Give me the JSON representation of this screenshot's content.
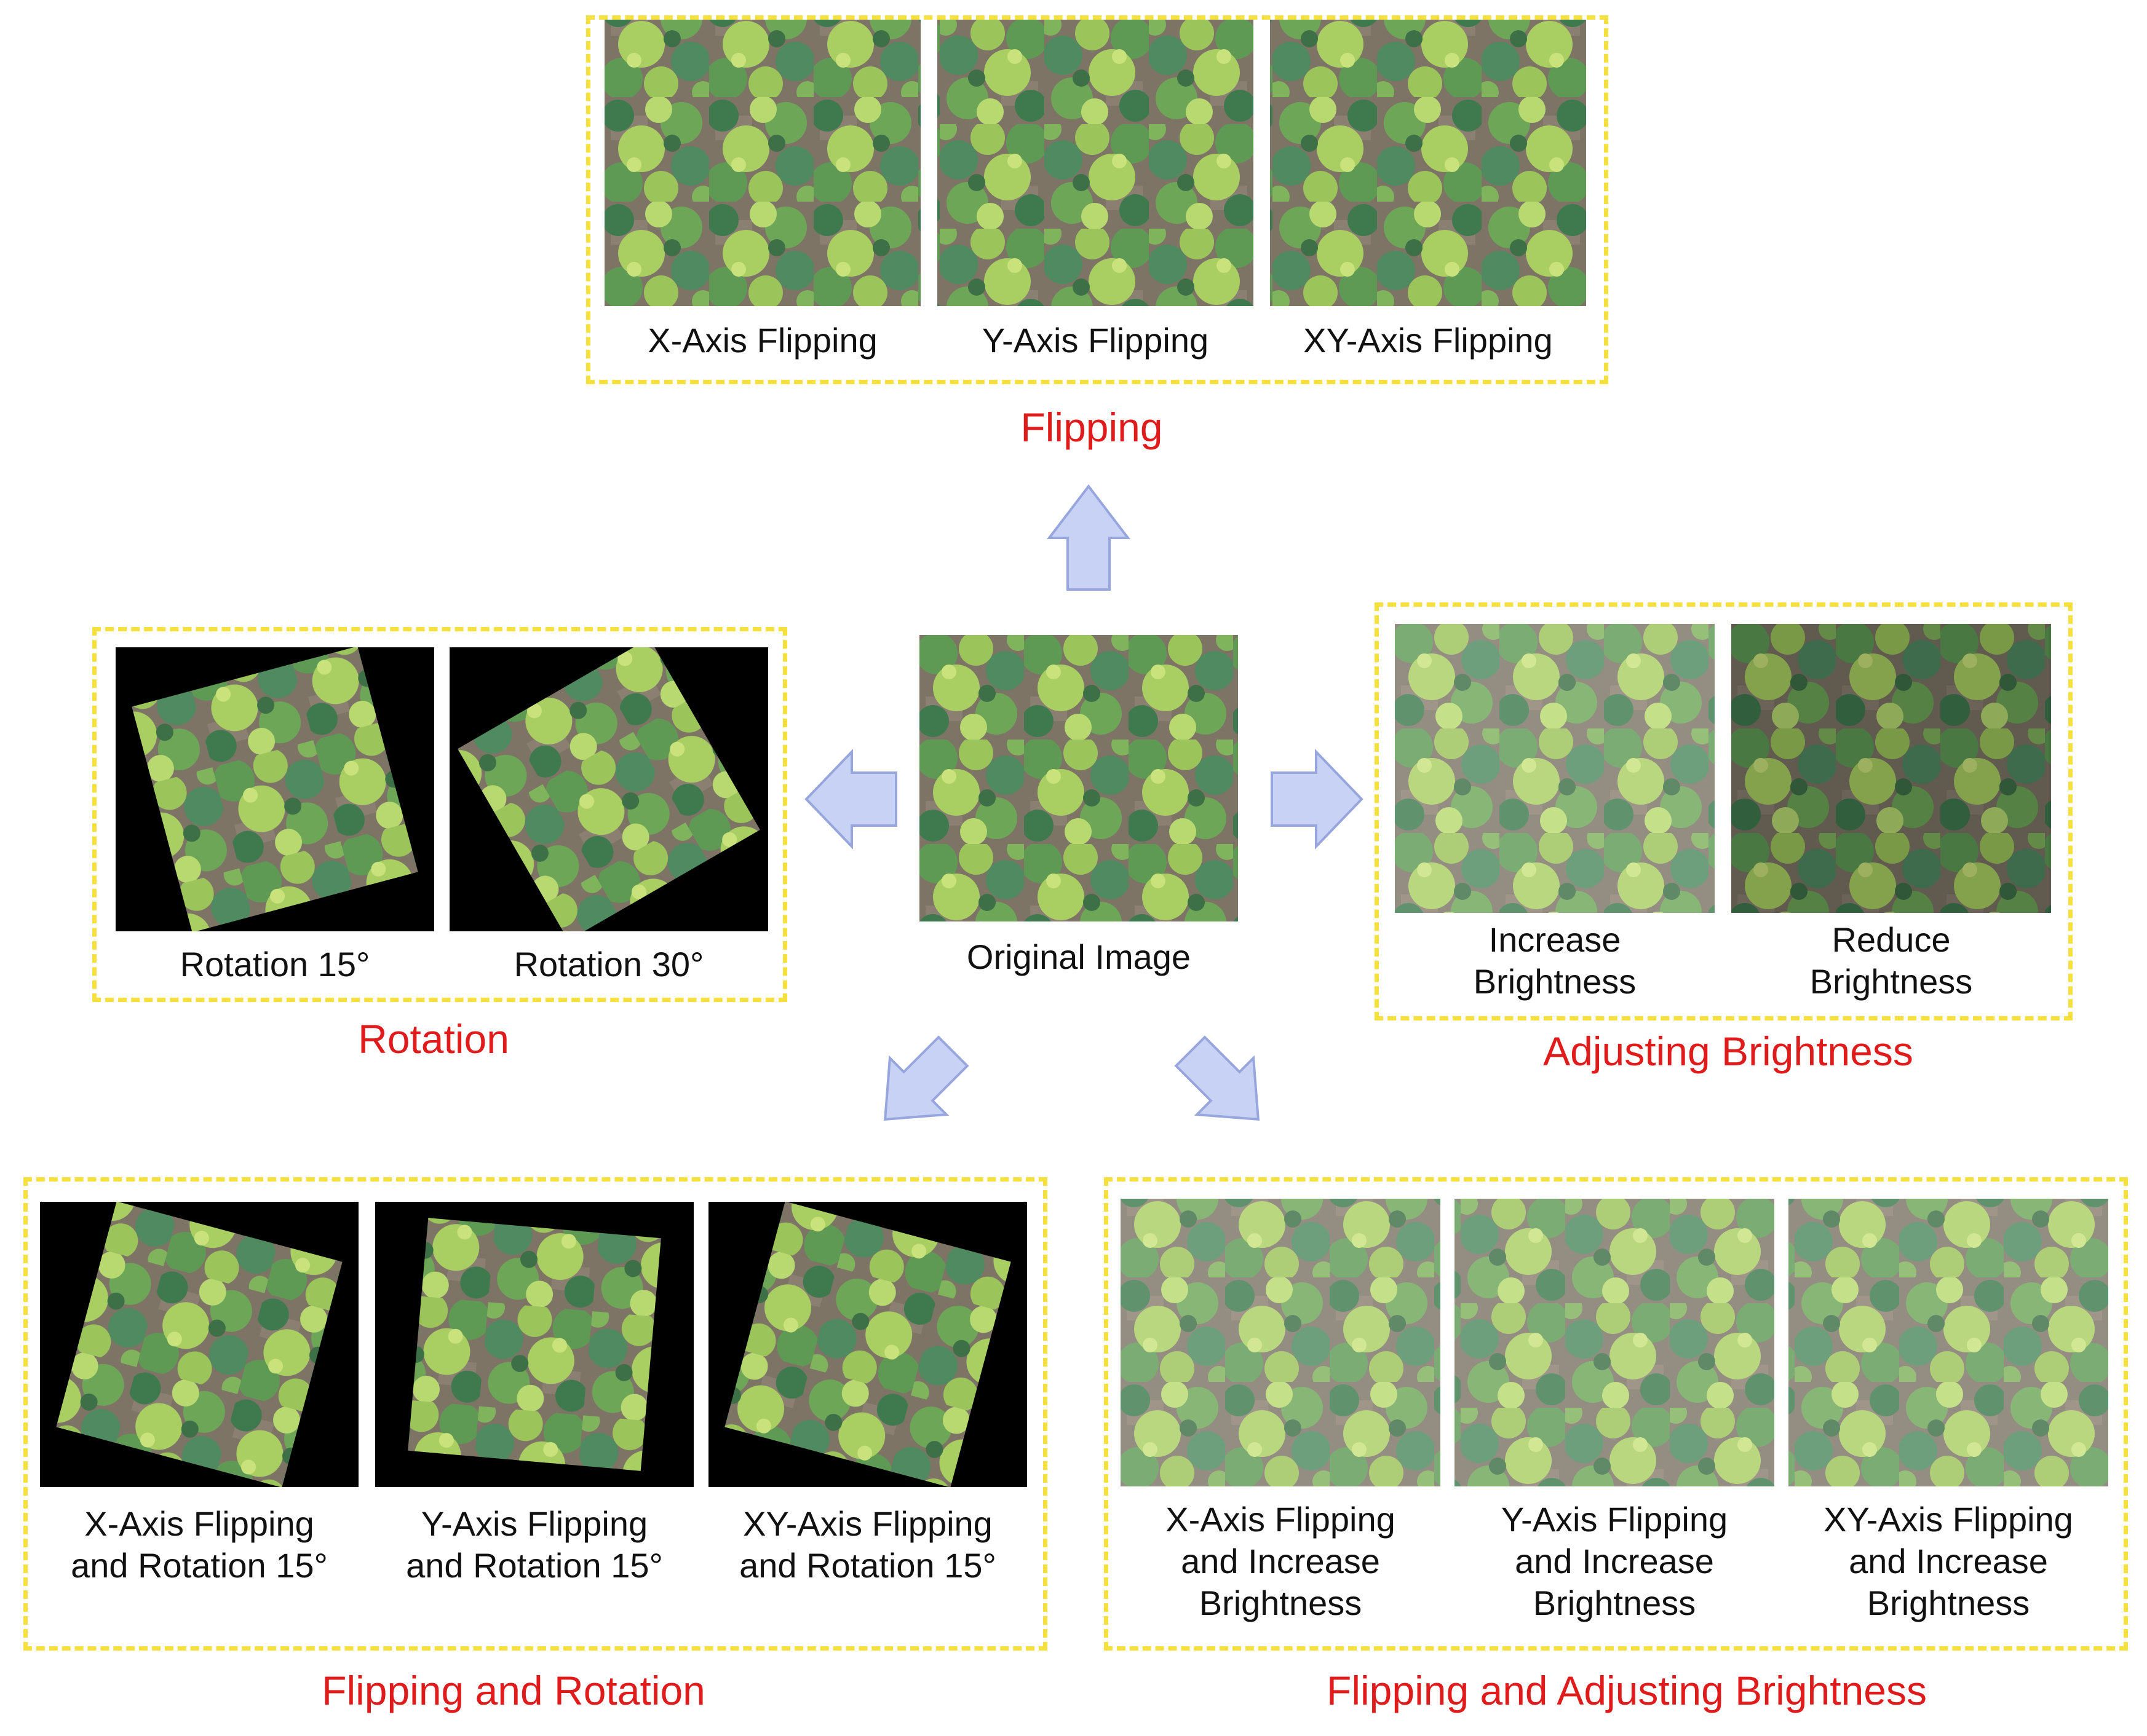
{
  "colors": {
    "group_border": "#f6e03c",
    "group_label": "#e01b1b",
    "arrow_fill": "#c8d2f4",
    "arrow_stroke": "#98a6de",
    "rotation_background": "#000000"
  },
  "original": {
    "label": "Original Image"
  },
  "groups": {
    "flipping": {
      "title": "Flipping",
      "items": [
        "X-Axis Flipping",
        "Y-Axis Flipping",
        "XY-Axis Flipping"
      ]
    },
    "rotation": {
      "title": "Rotation",
      "items": [
        "Rotation 15°",
        "Rotation 30°"
      ]
    },
    "brightness": {
      "title": "Adjusting Brightness",
      "items": [
        {
          "line1": "Increase",
          "line2": "Brightness"
        },
        {
          "line1": "Reduce",
          "line2": "Brightness"
        }
      ]
    },
    "flip_rotation": {
      "title": "Flipping and Rotation",
      "items": [
        {
          "line1": "X-Axis Flipping",
          "line2": "and Rotation 15°"
        },
        {
          "line1": "Y-Axis Flipping",
          "line2": "and Rotation 15°"
        },
        {
          "line1": "XY-Axis Flipping",
          "line2": "and Rotation 15°"
        }
      ]
    },
    "flip_brightness": {
      "title": "Flipping and Adjusting Brightness",
      "items": [
        {
          "line1": "X-Axis Flipping",
          "line2": "and Increase",
          "line3": "Brightness"
        },
        {
          "line1": "Y-Axis Flipping",
          "line2": "and Increase",
          "line3": "Brightness"
        },
        {
          "line1": "XY-Axis Flipping",
          "line2": "and Increase",
          "line3": "Brightness"
        }
      ]
    }
  }
}
